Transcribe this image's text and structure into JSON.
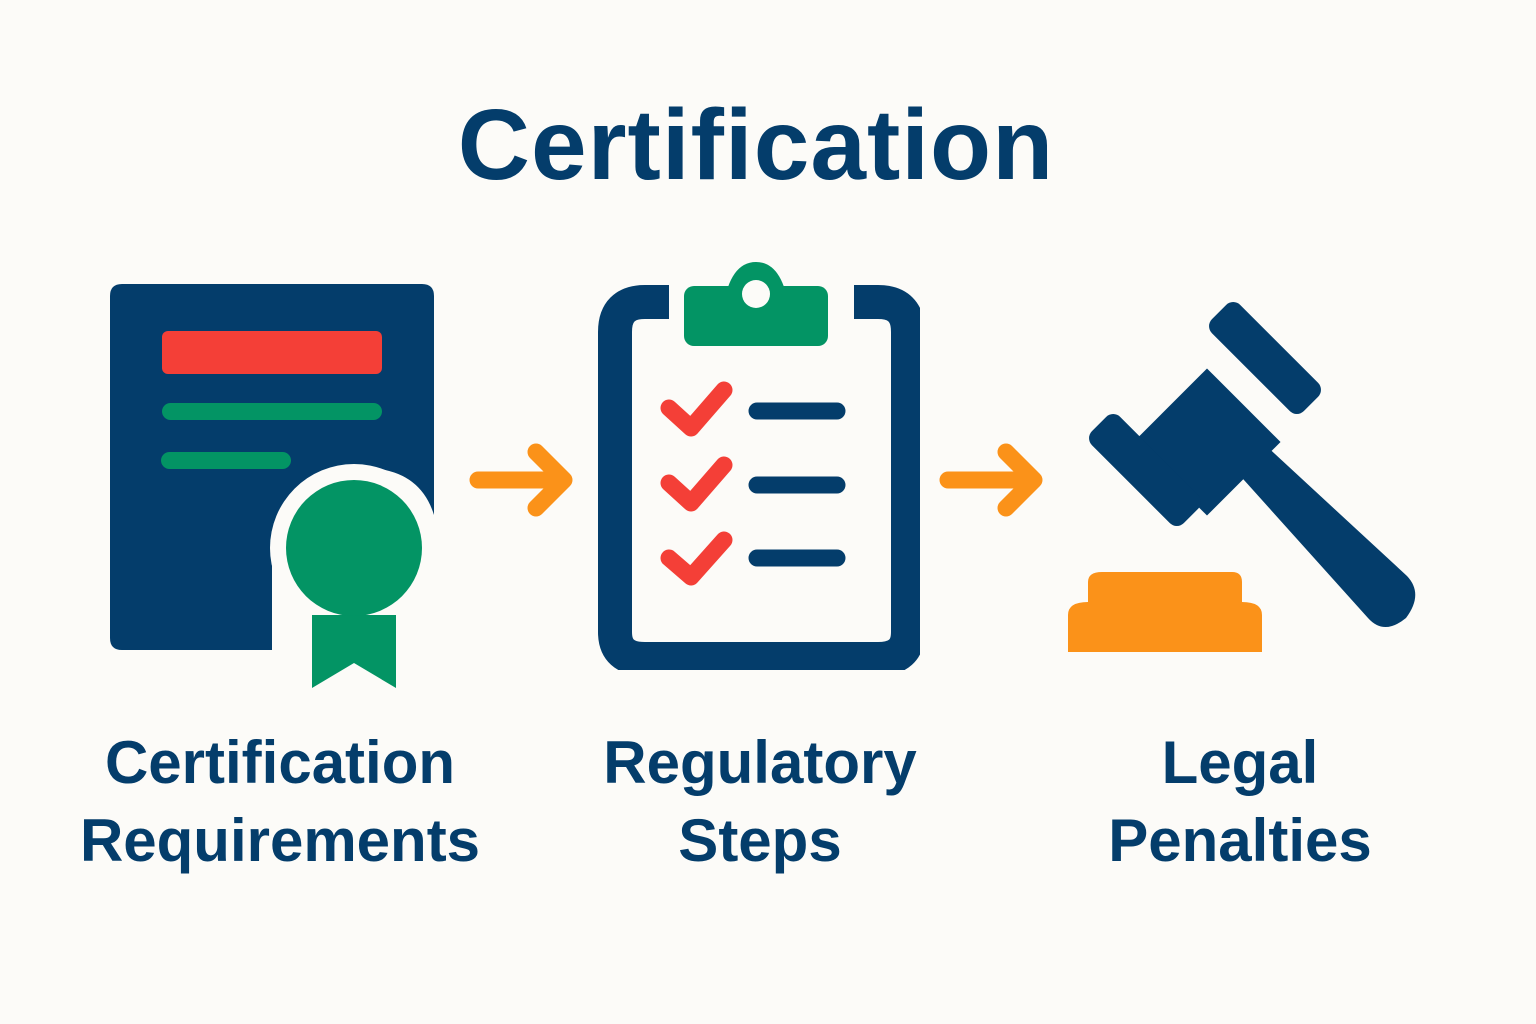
{
  "title": "Certification",
  "colors": {
    "navy": "#043d6b",
    "red": "#f43f37",
    "green": "#039464",
    "orange": "#fb9219",
    "background": "#fcfbf8"
  },
  "steps": [
    {
      "icon": "certificate-icon",
      "label_lines": [
        "Certification",
        "Requirements"
      ]
    },
    {
      "icon": "clipboard-checklist-icon",
      "label_lines": [
        "Regulatory",
        "Steps"
      ]
    },
    {
      "icon": "gavel-icon",
      "label_lines": [
        "Legal",
        "Penalties"
      ]
    }
  ],
  "connectors": [
    {
      "icon": "arrow-right-icon",
      "from": 0,
      "to": 1
    },
    {
      "icon": "arrow-right-icon",
      "from": 1,
      "to": 2
    }
  ]
}
